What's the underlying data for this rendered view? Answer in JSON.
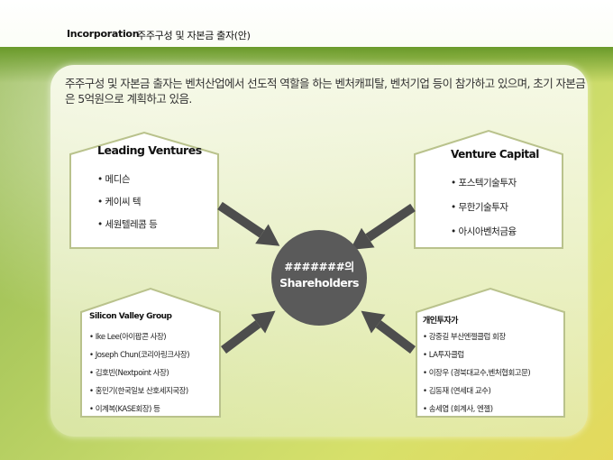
{
  "header": {
    "section": "Incorporation",
    "title": "주주구성 및 자본금 출자(안)"
  },
  "intro": "주주구성 및 자본금 출자는 벤처산업에서 선도적 역할을 하는 벤처캐피탈, 벤처기업 등이 참가하고 있으며, 초기 자본금은 5억원으로 계획하고 있음.",
  "center": {
    "line1": "#######의",
    "line2": "Shareholders"
  },
  "groups": {
    "leading": {
      "title": "Leading Ventures",
      "items": [
        "메디슨",
        "케이씨 텍",
        "세원텔레콤 등"
      ]
    },
    "vc": {
      "title": "Venture Capital",
      "items": [
        "포스텍기술투자",
        "무한기술투자",
        "아시아벤처금융"
      ]
    },
    "silicon": {
      "title": "Silicon Valley Group",
      "items": [
        "Ike Lee(아이팝콘 사장)",
        "Joseph Chun(코리아링크사장)",
        "김호빈(Nextpoint 사장)",
        "홍민기(한국일보 산호세지국장)",
        "이계복(KASE회장) 등"
      ]
    },
    "individual": {
      "title": "개인투자가",
      "items": [
        "강중길 부산엔젤클럽 회장",
        "LA투자클럽",
        "이장우 (경북대교수,벤처협회고문)",
        "김동재 (연세대 교수)",
        "송세엽 (회계사, 엔젤)"
      ]
    }
  },
  "colors": {
    "arrow": "#4d4d4d",
    "house_stroke": "#b9c28c",
    "circle": "#5a5a5a"
  }
}
